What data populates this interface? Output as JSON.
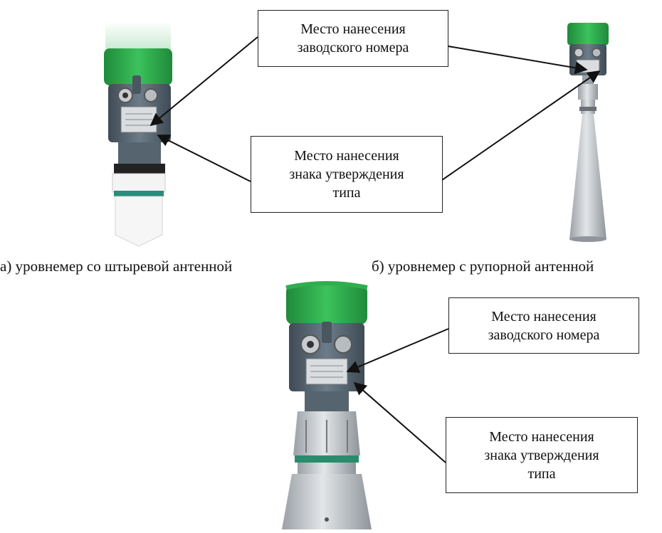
{
  "colors": {
    "cap_green": "#2fae4e",
    "cap_green_dark": "#1f8a3a",
    "housing_gray": "#5b6b78",
    "housing_dark": "#3f4b55",
    "steel": "#c8ccd0",
    "steel_dark": "#8f959b",
    "ptfe_white": "#f2f2f2",
    "arrow": "#111111"
  },
  "figure_a": {
    "caption": "а) уровнемер со штыревой антенной",
    "serial_box": [
      "Место нанесения",
      "заводского номера"
    ],
    "approval_box": [
      "Место нанесения",
      "знака утверждения",
      "типа"
    ],
    "icons": [
      "level-gauge-rod-antenna-icon"
    ]
  },
  "figure_b": {
    "caption": "б) уровнемер с рупорной антенной",
    "icons": [
      "level-gauge-horn-antenna-icon"
    ]
  },
  "figure_c": {
    "serial_box": [
      "Место нанесения",
      "заводского номера"
    ],
    "approval_box": [
      "Место нанесения",
      "знака утверждения",
      "типа"
    ],
    "icons": [
      "level-gauge-flange-icon"
    ]
  }
}
